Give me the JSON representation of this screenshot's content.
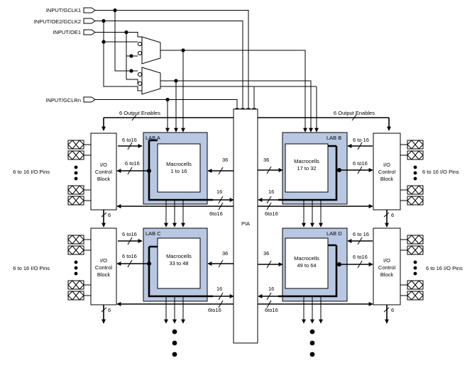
{
  "inputs": {
    "gclk1": "INPUT/GCLK1",
    "oe2_gclk2": "INPUT/OE2/GCLK2",
    "oe1": "INPUT/OE1",
    "gclrn": "INPUT/GCLRn"
  },
  "output_enables": "6 Output Enables",
  "pia": "PIA",
  "io_block": {
    "line1": "I/O",
    "line2": "Control",
    "line3": "Block"
  },
  "io_pins": "6 to 16 I/O Pins",
  "labs": {
    "a": {
      "name": "LAB A",
      "mac1": "Macrocells",
      "mac2": "1 to 16"
    },
    "b": {
      "name": "LAB B",
      "mac1": "Macrocells",
      "mac2": "17 to 32"
    },
    "c": {
      "name": "LAB C",
      "mac1": "Macrocells",
      "mac2": "33 to 48"
    },
    "d": {
      "name": "LAB D",
      "mac1": "Macrocells",
      "mac2": "49 to 64"
    }
  },
  "bus_labels": {
    "six_to_16_a": "6 to16",
    "six_to_16_b": "6 to 16",
    "six_to_16_c": "6to16",
    "thirty_six": "36",
    "sixteen": "16",
    "six": "6"
  }
}
